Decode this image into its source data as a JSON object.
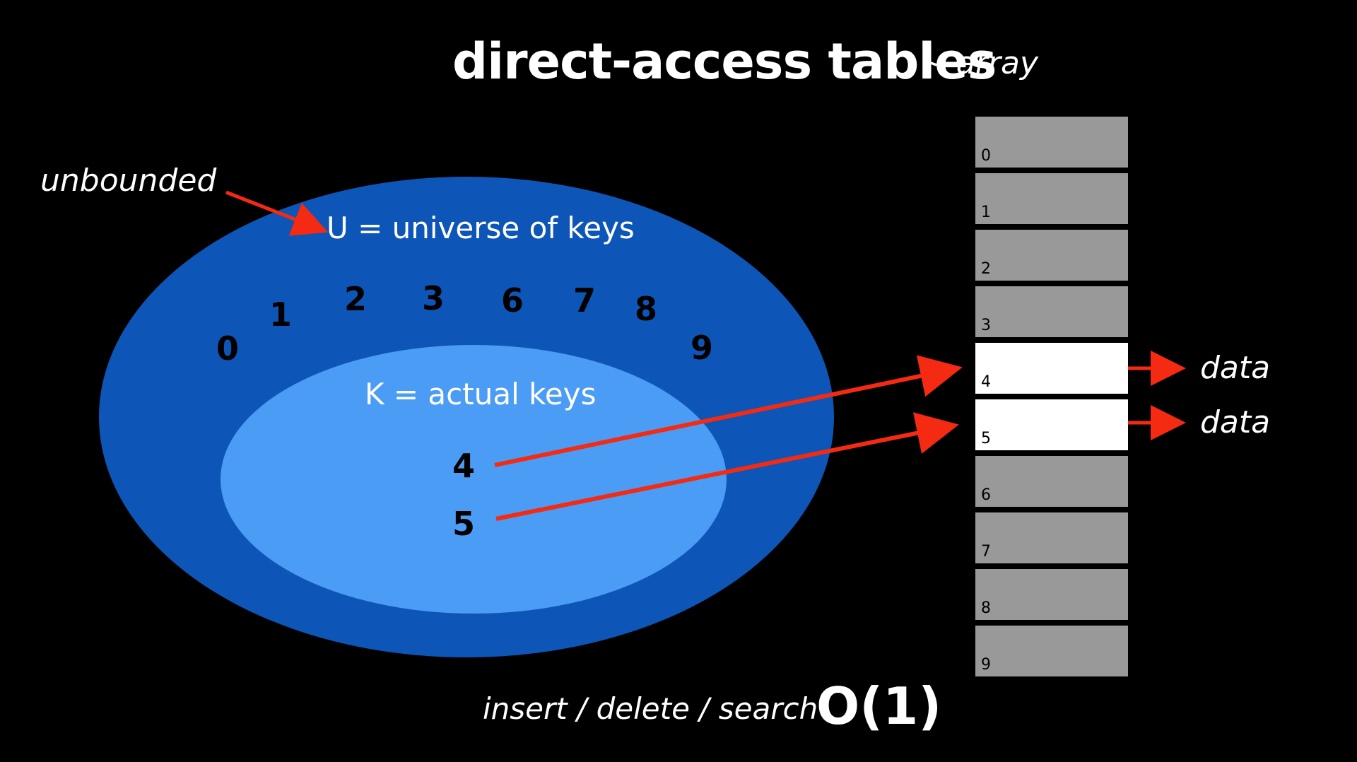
{
  "title": "direct-access tables",
  "subtitle": "~ array",
  "unbounded_label": "unbounded",
  "universe_label": "U = universe of keys",
  "actual_label": "K = actual keys",
  "universe_keys": [
    "0",
    "1",
    "2",
    "3",
    "6",
    "7",
    "8",
    "9"
  ],
  "actual_keys": [
    "4",
    "5"
  ],
  "array_slots": [
    "0",
    "1",
    "2",
    "3",
    "4",
    "5",
    "6",
    "7",
    "8",
    "9"
  ],
  "filled_slots": [
    "4",
    "5"
  ],
  "data_labels": [
    "data",
    "data"
  ],
  "operations": "insert / delete / search",
  "complexity": "O(1)",
  "colors": {
    "background": "#000000",
    "universe_fill": "#0d56b8",
    "actual_fill": "#4a9cf5",
    "arrow": "#f42a12",
    "slot_empty": "#999999",
    "slot_filled": "#ffffff"
  }
}
